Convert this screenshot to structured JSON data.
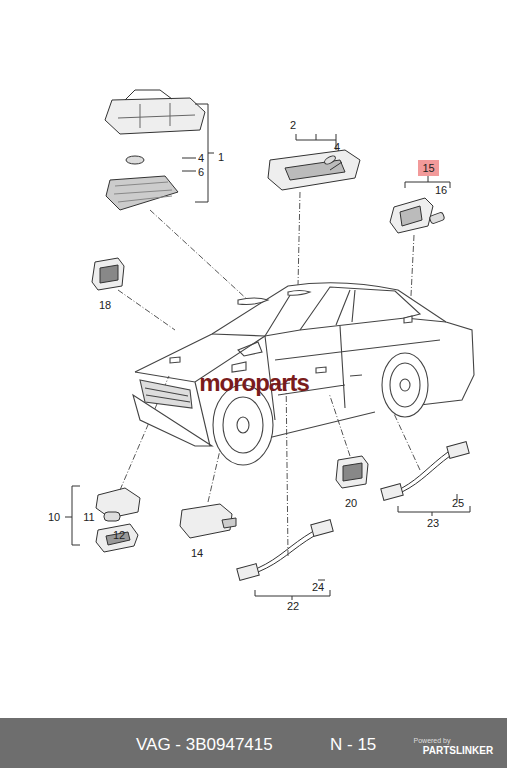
{
  "diagram": {
    "nodes": [
      {
        "text": [
          "15"
        ]
      },
      {
        "text": [
          "VAG - 3B0947415",
          "N - 15"
        ]
      }
    ],
    "labels": [
      "2",
      "4",
      "4",
      "1",
      "6",
      "16",
      "18",
      "moroparts",
      "10",
      "11",
      "12",
      "14",
      "20",
      "25",
      "23",
      "24",
      "22",
      "Powered by",
      "PARTSLINKER"
    ]
  }
}
